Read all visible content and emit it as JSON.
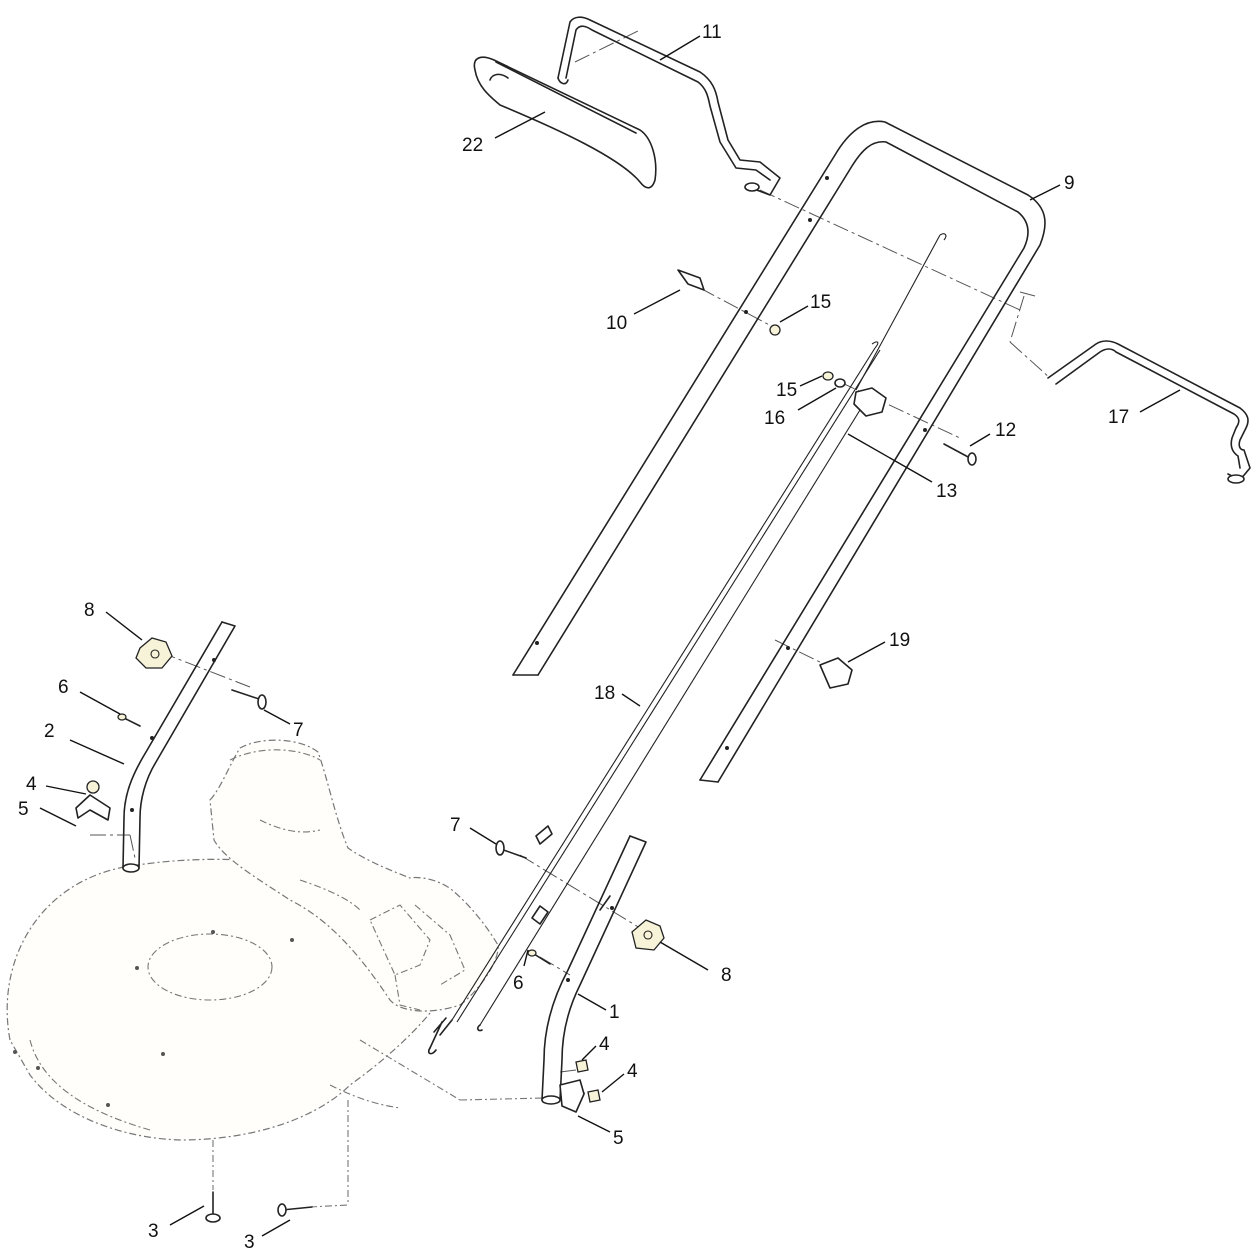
{
  "diagram": {
    "callouts": [
      {
        "id": "c11",
        "text": "11"
      },
      {
        "id": "c22",
        "text": "22"
      },
      {
        "id": "c9",
        "text": "9"
      },
      {
        "id": "c10",
        "text": "10"
      },
      {
        "id": "c15a",
        "text": "15"
      },
      {
        "id": "c15b",
        "text": "15"
      },
      {
        "id": "c16",
        "text": "16"
      },
      {
        "id": "c12",
        "text": "12"
      },
      {
        "id": "c17",
        "text": "17"
      },
      {
        "id": "c13",
        "text": "13"
      },
      {
        "id": "c19",
        "text": "19"
      },
      {
        "id": "c18",
        "text": "18"
      },
      {
        "id": "c8a",
        "text": "8"
      },
      {
        "id": "c6a",
        "text": "6"
      },
      {
        "id": "c7a",
        "text": "7"
      },
      {
        "id": "c2",
        "text": "2"
      },
      {
        "id": "c4a",
        "text": "4"
      },
      {
        "id": "c5a",
        "text": "5"
      },
      {
        "id": "c7b",
        "text": "7"
      },
      {
        "id": "c8b",
        "text": "8"
      },
      {
        "id": "c6b",
        "text": "6"
      },
      {
        "id": "c1",
        "text": "1"
      },
      {
        "id": "c4b",
        "text": "4"
      },
      {
        "id": "c4c",
        "text": "4"
      },
      {
        "id": "c5b",
        "text": "5"
      },
      {
        "id": "c3a",
        "text": "3"
      },
      {
        "id": "c3b",
        "text": "3"
      }
    ]
  }
}
